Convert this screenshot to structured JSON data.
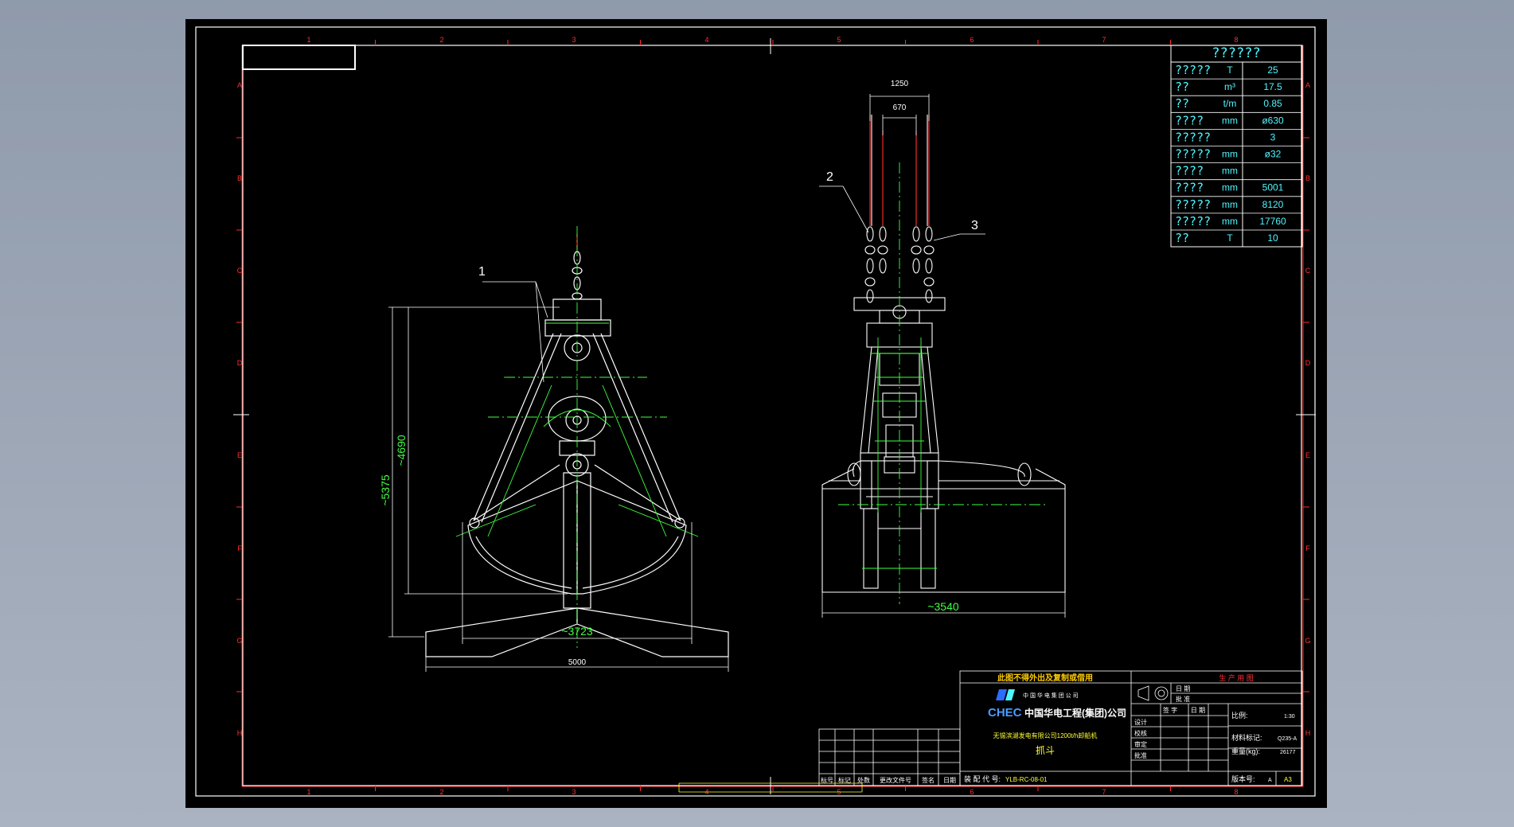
{
  "drawing": {
    "part_labels": [
      "1",
      "2",
      "3"
    ],
    "dimensions": {
      "height_total": "~5375",
      "height_inner": "~4690",
      "width_open": "~3723",
      "width_tines": "5000",
      "side_top_outer": "1250",
      "side_top_inner": "670",
      "side_width": "~3540"
    },
    "column_numbers": [
      "1",
      "2",
      "3",
      "4",
      "5",
      "6",
      "7",
      "8"
    ],
    "row_letters": [
      "A",
      "B",
      "C",
      "D",
      "E",
      "F",
      "G",
      "H"
    ]
  },
  "spec_table": {
    "title": "??????",
    "rows": [
      {
        "name": "?????",
        "unit": "T",
        "value": "25"
      },
      {
        "name": "??",
        "unit": "m³",
        "value": "17.5"
      },
      {
        "name": "??",
        "unit": "t/m",
        "value": "0.85"
      },
      {
        "name": "????",
        "unit": "mm",
        "value": "ø630"
      },
      {
        "name": "?????",
        "unit": "",
        "value": "3"
      },
      {
        "name": "?????",
        "unit": "mm",
        "value": "ø32"
      },
      {
        "name": "????",
        "unit": "mm",
        "value": ""
      },
      {
        "name": "????",
        "unit": "mm",
        "value": "5001"
      },
      {
        "name": "?????",
        "unit": "mm",
        "value": "8120"
      },
      {
        "name": "?????",
        "unit": "mm",
        "value": "17760"
      },
      {
        "name": "??",
        "unit": "T",
        "value": "10"
      }
    ]
  },
  "title_block": {
    "warning": "此图不得外出及复制或借用",
    "company_small": "中 国 华 电 集 团 公 司",
    "company_logo": "CHEC",
    "company_name": "中国华电工程(集团)公司",
    "project": "无锡滨湖发电有限公司1200t/h卸船机",
    "drawing_name": "抓斗",
    "drawing_code_label": "装 配 代 号:",
    "drawing_code_value": "YLB-RC-08-01",
    "production_label": "生 产 用 图",
    "date_label": "日 期",
    "approve_label": "批 准",
    "sign_label": "签 字",
    "date2_label": "日 期",
    "design_label": "设计",
    "check_label": "校核",
    "review_label": "审定",
    "approve2_label": "批准",
    "scale_label": "比例:",
    "scale_value": "1:30",
    "material_label": "材料标记:",
    "material_value": "Q235-A",
    "weight_label": "重量(kg):",
    "weight_value": "26177",
    "sheet_label": "版本号:",
    "sheet_value": "A",
    "size_value": "A3",
    "rev_headers": [
      "标号",
      "标记",
      "处数",
      "更改文件号",
      "签名",
      "日期"
    ]
  }
}
